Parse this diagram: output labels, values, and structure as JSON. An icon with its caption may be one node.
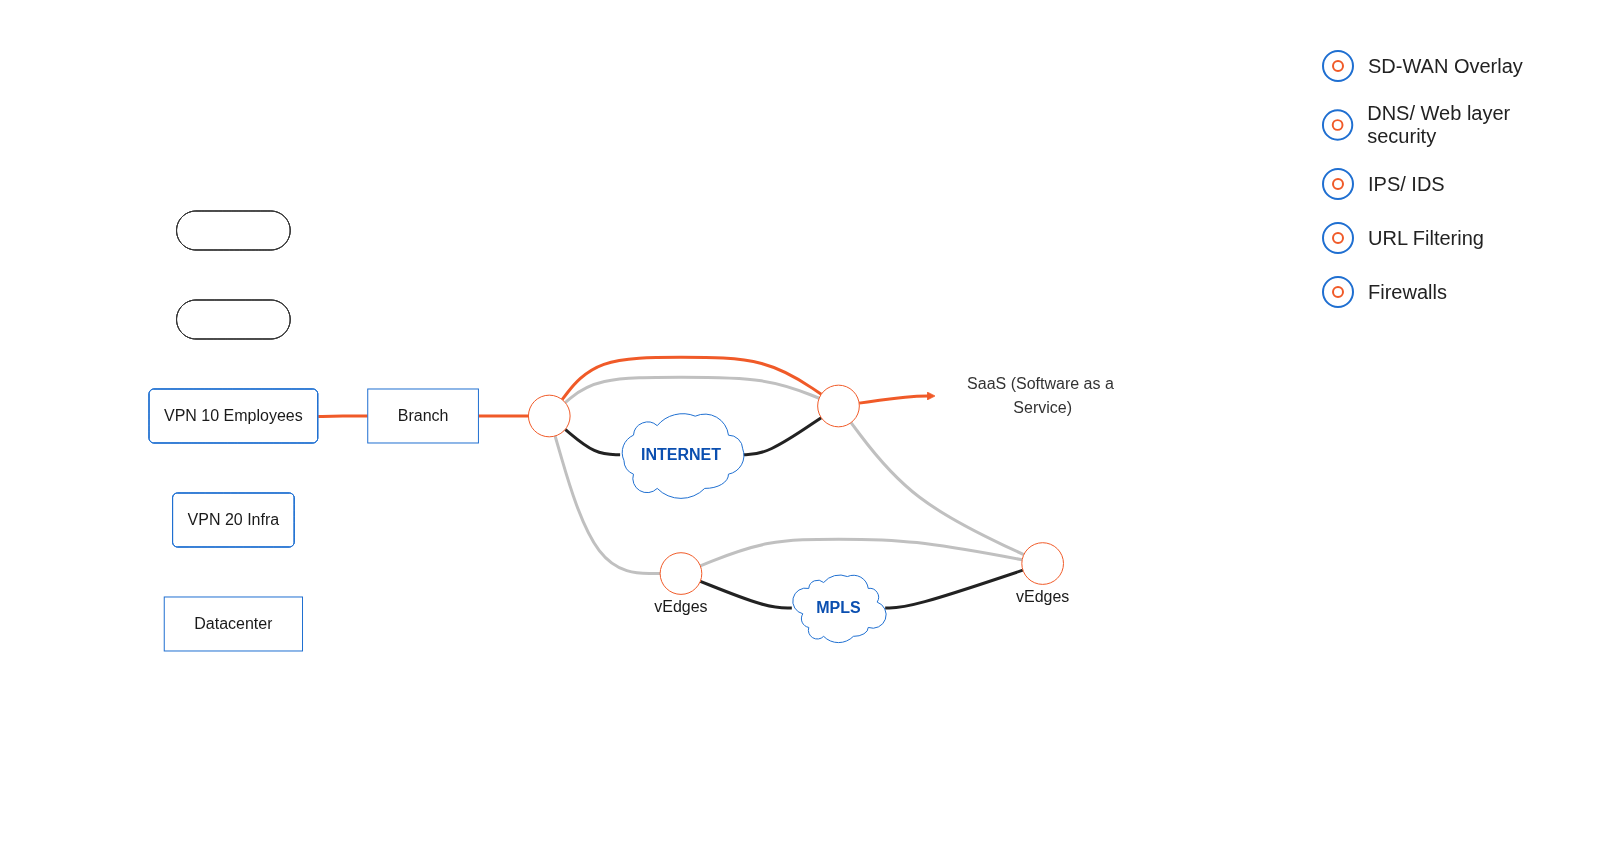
{
  "diagram": {
    "nodes": [
      {
        "text": [],
        "shape": "box"
      },
      {
        "text": [],
        "shape": "box"
      },
      {
        "text": [
          "SaaS (Software as a Service)"
        ]
      },
      {
        "text": [
          "Branch"
        ]
      },
      {
        "text": [],
        "shape": "circle"
      },
      {
        "text": [],
        "shape": "circle"
      },
      {
        "text": [],
        "shape": "circle",
        "beside": [
          "vEdges"
        ]
      },
      {
        "text": [],
        "shape": "circle",
        "beside": [
          "vEdges"
        ]
      },
      {
        "text": [
          "INTERNET"
        ]
      },
      {
        "text": [
          "MPLS"
        ]
      },
      {
        "text": [
          "VPN 10 Employees"
        ]
      },
      {
        "text": [
          "VPN 20 Infra"
        ]
      },
      {
        "text": [
          "Datacenter"
        ]
      }
    ],
    "edges": [
      {
        "from": 10,
        "to": 3,
        "arrow": "none",
        "color": "#f05a28"
      },
      {
        "from": 3,
        "to": 4,
        "arrow": "none",
        "color": "#f05a28"
      },
      {
        "from": 4,
        "to": 5,
        "arrow": "none",
        "color": "#f05a28"
      },
      {
        "from": 5,
        "to": 2,
        "arrow": "to",
        "color": "#f05a28"
      },
      {
        "from": 4,
        "to": 5,
        "arrow": "none",
        "color": "#c0c0c0"
      },
      {
        "from": 4,
        "to": 6,
        "arrow": "none",
        "color": "#c0c0c0"
      },
      {
        "from": 5,
        "to": 7,
        "arrow": "none",
        "color": "#c0c0c0"
      },
      {
        "from": 6,
        "to": 7,
        "arrow": "none",
        "color": "#c0c0c0"
      },
      {
        "from": 4,
        "to": 8,
        "arrow": "none",
        "color": "#222222"
      },
      {
        "from": 8,
        "to": 5,
        "arrow": "none",
        "color": "#222222"
      },
      {
        "from": 6,
        "to": 9,
        "arrow": "none",
        "color": "#222222"
      },
      {
        "from": 9,
        "to": 7,
        "arrow": "none",
        "color": "#222222"
      }
    ],
    "labels": [
      "SD-WAN Overlay",
      "DNS/ Web layer security",
      "IPS/ IDS",
      "URL Filtering",
      "Firewalls"
    ]
  }
}
